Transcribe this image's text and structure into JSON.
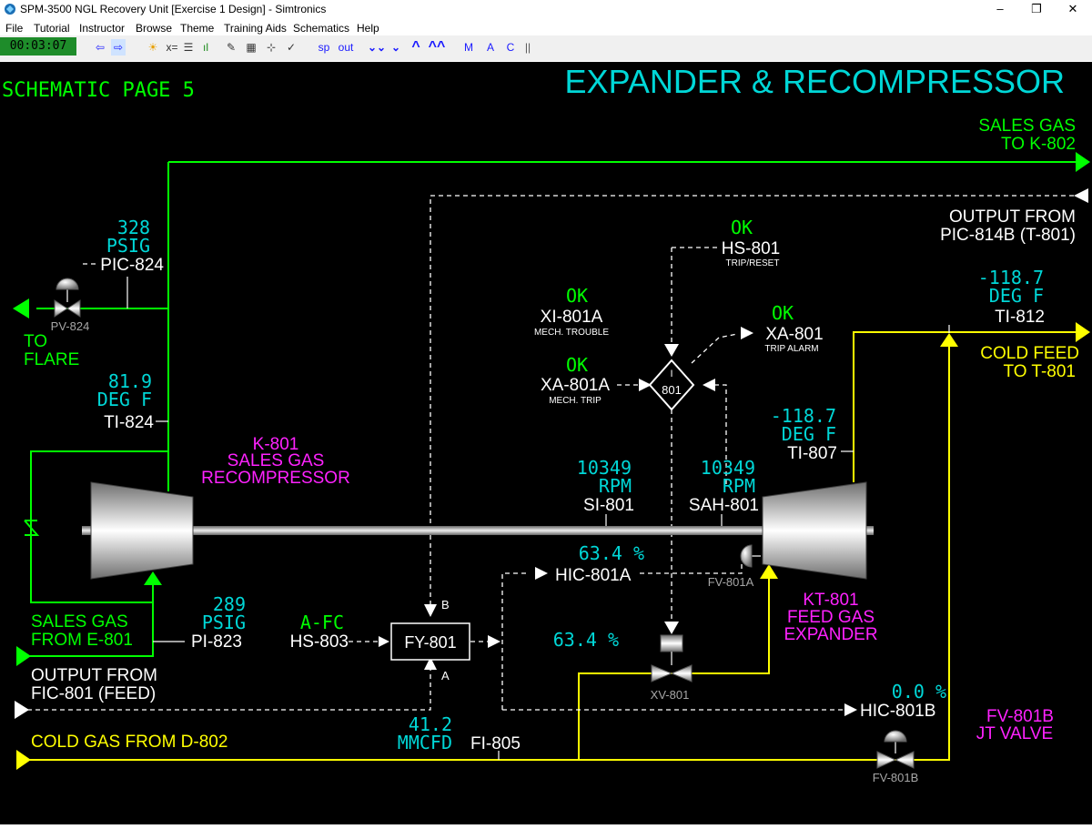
{
  "window": {
    "title": "SPM-3500 NGL Recovery Unit [Exercise 1 Design] - Simtronics",
    "minimize": "–",
    "restore": "❐",
    "close": "✕"
  },
  "menu": [
    "File",
    "Tutorial",
    "Instructor",
    "Browse",
    "Theme",
    "Training Aids",
    "Schematics",
    "Help"
  ],
  "toolbar": {
    "clock": "00:03:07",
    "buttons": [
      "⇦",
      "⇨",
      "☀",
      "x=",
      "☰",
      "ıl",
      "✎",
      "▦",
      "⊹",
      "✓"
    ],
    "sp": "sp",
    "out": "out",
    "arrows": [
      "⌄⌄",
      "⌄",
      "^",
      "^^"
    ],
    "mac": [
      "M",
      "A",
      "C"
    ],
    "colors": {
      "clock_bg": "#1e8c2a",
      "arrow": "#1a1aff"
    }
  },
  "schematic": {
    "page_label": "SCHEMATIC PAGE 5",
    "title": "EXPANDER & RECOMPRESSOR",
    "colors": {
      "green": "#00ff00",
      "yellow": "#ffff00",
      "cyan": "#00d7d7",
      "magenta": "#ff22ff",
      "white": "#ffffff",
      "gray": "#9a9a9a"
    },
    "streams": {
      "sales_gas_out": [
        "SALES GAS",
        "TO K-802"
      ],
      "output_pic": [
        "OUTPUT FROM",
        "PIC-814B (T-801)"
      ],
      "cold_feed": [
        "COLD FEED",
        "TO T-801"
      ],
      "to_flare": [
        "TO",
        "FLARE"
      ],
      "sales_gas_in": [
        "SALES GAS",
        "FROM E-801"
      ],
      "output_fic": [
        "OUTPUT FROM",
        "FIC-801 (FEED)"
      ],
      "cold_gas": "COLD GAS FROM D-802"
    },
    "equipment": {
      "k801": [
        "K-801",
        "SALES GAS",
        "RECOMPRESSOR"
      ],
      "kt801": [
        "KT-801",
        "FEED GAS",
        "EXPANDER"
      ],
      "fv801b": [
        "FV-801B",
        "JT VALVE"
      ]
    },
    "instruments": {
      "pic824": {
        "value": "328",
        "unit": "PSIG",
        "tag": "PIC-824"
      },
      "ti824": {
        "value": "81.9",
        "unit": "DEG F",
        "tag": "TI-824"
      },
      "pi823": {
        "value": "289",
        "unit": "PSIG",
        "tag": "PI-823"
      },
      "hs803": {
        "value": "A-FC",
        "tag": "HS-803"
      },
      "fi805": {
        "value": "41.2",
        "unit": "MMCFD",
        "tag": "FI-805"
      },
      "si801": {
        "value": "10349",
        "unit": "RPM",
        "tag": "SI-801"
      },
      "sah801": {
        "value": "10349",
        "unit": "RPM",
        "tag": "SAH-801"
      },
      "ti807": {
        "value": "-118.7",
        "unit": "DEG F",
        "tag": "TI-807"
      },
      "ti812": {
        "value": "-118.7",
        "unit": "DEG F",
        "tag": "TI-812"
      },
      "xi801a": {
        "status": "OK",
        "tag": "XI-801A",
        "desc": "MECH. TROUBLE"
      },
      "xa801a": {
        "status": "OK",
        "tag": "XA-801A",
        "desc": "MECH. TRIP"
      },
      "hs801": {
        "status": "OK",
        "tag": "HS-801",
        "desc": "TRIP/RESET"
      },
      "xa801": {
        "status": "OK",
        "tag": "XA-801",
        "desc": "TRIP ALARM"
      },
      "i801": "801",
      "i801_label": "I",
      "hic801a": {
        "value": "63.4 %",
        "tag": "HIC-801A"
      },
      "fy801": {
        "tag": "FY-801",
        "out": "63.4 %",
        "in_b": "B",
        "in_a": "A"
      },
      "hic801b": {
        "value": "0.0 %",
        "tag": "HIC-801B"
      },
      "pv824": "PV-824",
      "fv801a": "FV-801A",
      "xv801": "XV-801",
      "fv801b_tag": "FV-801B"
    }
  }
}
